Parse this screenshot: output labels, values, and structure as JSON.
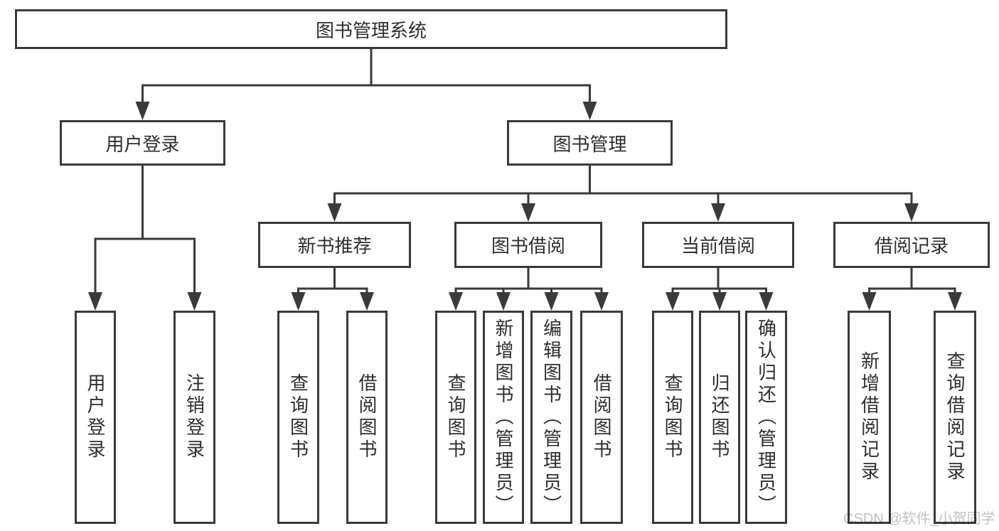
{
  "diagram": {
    "type": "hierarchy-tree",
    "watermark": "CSDN @软件_小贺同学",
    "colors": {
      "line": "#3a3a3a",
      "border": "#3a3a3a",
      "text": "#2e2e2e",
      "box_fill": "#ffffff",
      "background": "#ffffff",
      "watermark": "#c1c1c1"
    },
    "tree": {
      "root": {
        "label": "图书管理系统",
        "children": [
          {
            "label": "用户登录",
            "children": [
              {
                "label": "用户登录"
              },
              {
                "label": "注销登录"
              }
            ]
          },
          {
            "label": "图书管理",
            "children": [
              {
                "label": "新书推荐",
                "children": [
                  {
                    "label": "查询图书"
                  },
                  {
                    "label": "借阅图书"
                  }
                ]
              },
              {
                "label": "图书借阅",
                "children": [
                  {
                    "label": "查询图书"
                  },
                  {
                    "label": "新增图书（管理员）"
                  },
                  {
                    "label": "编辑图书（管理员）"
                  },
                  {
                    "label": "借阅图书"
                  }
                ]
              },
              {
                "label": "当前借阅",
                "children": [
                  {
                    "label": "查询图书"
                  },
                  {
                    "label": "归还图书"
                  },
                  {
                    "label": "确认归还（管理员）"
                  }
                ]
              },
              {
                "label": "借阅记录",
                "children": [
                  {
                    "label": "新增借阅记录"
                  },
                  {
                    "label": "查询借阅记录"
                  }
                ]
              }
            ]
          }
        ]
      }
    }
  }
}
